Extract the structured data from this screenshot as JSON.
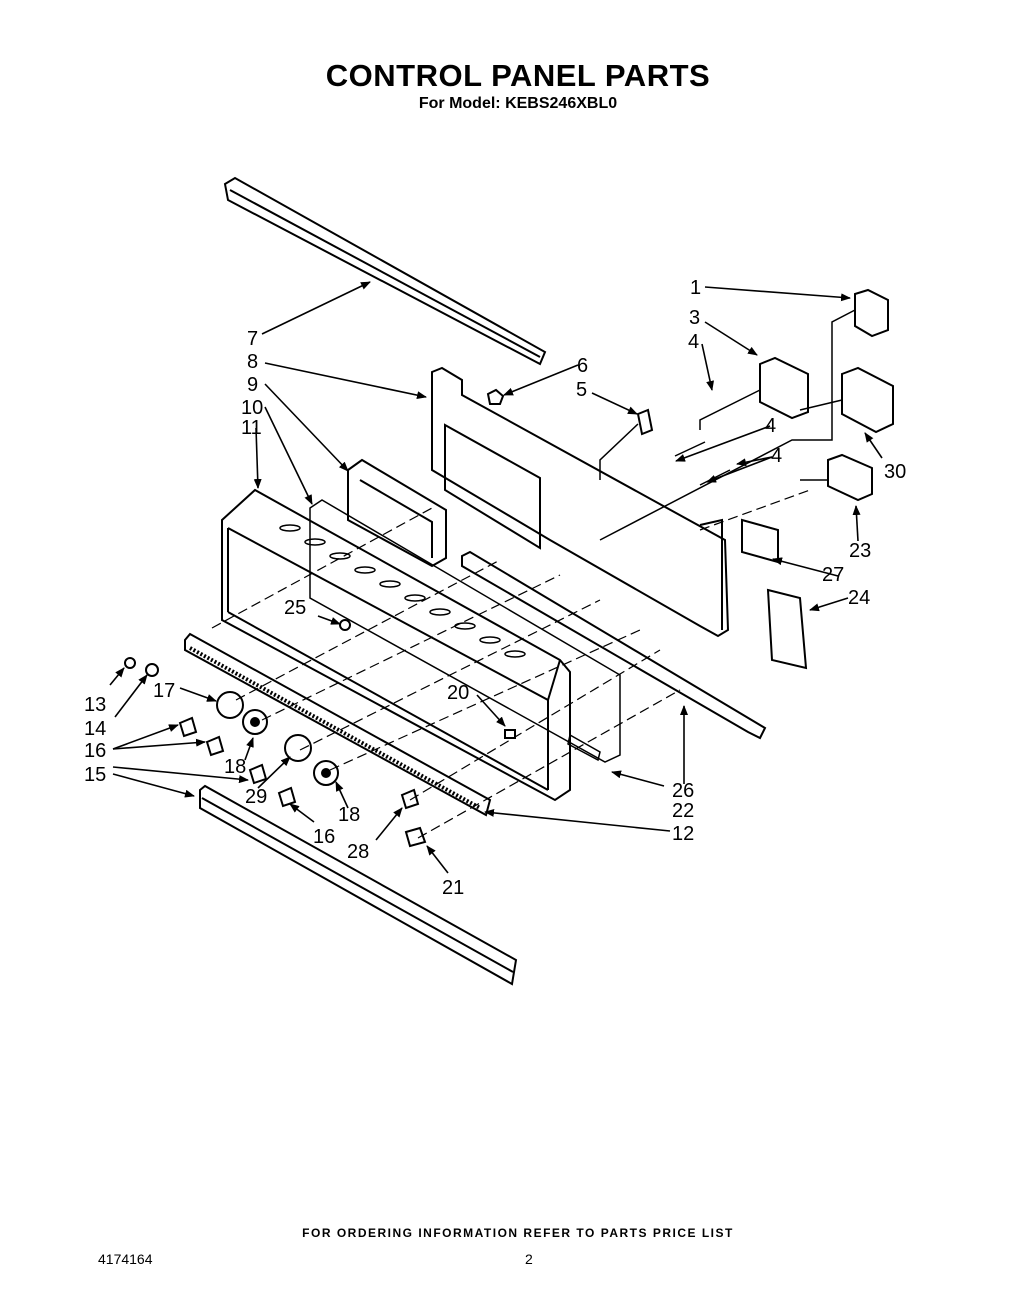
{
  "header": {
    "title": "CONTROL PANEL PARTS",
    "subtitle": "For Model: KEBS246XBL0"
  },
  "callouts": [
    "1",
    "3",
    "4",
    "4",
    "4",
    "5",
    "6",
    "7",
    "8",
    "9",
    "10",
    "11",
    "12",
    "13",
    "14",
    "15",
    "16",
    "16",
    "17",
    "18",
    "18",
    "20",
    "21",
    "22",
    "23",
    "24",
    "25",
    "26",
    "27",
    "28",
    "29",
    "30"
  ],
  "footer": {
    "note": "FOR ORDERING INFORMATION REFER TO PARTS PRICE LIST",
    "doc_number": "4174164",
    "page_number": "2"
  }
}
